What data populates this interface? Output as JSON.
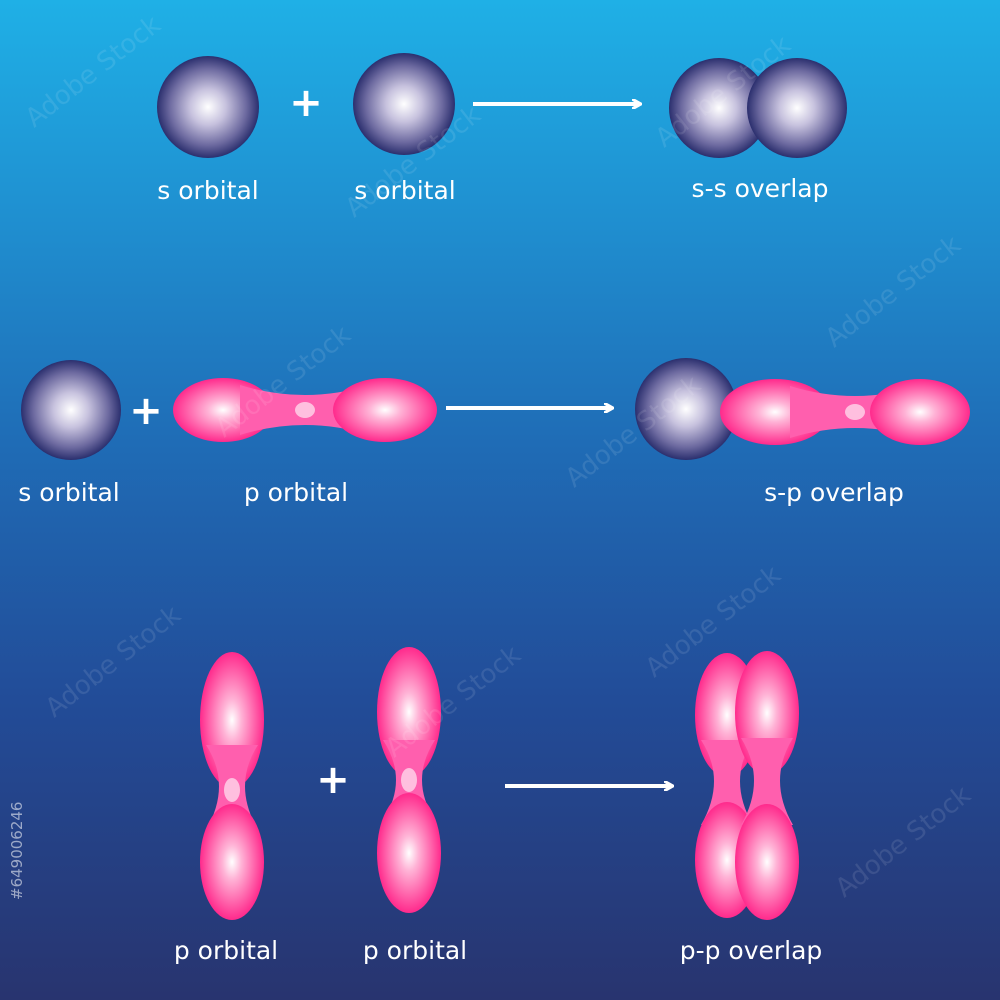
{
  "rows": {
    "ss": {
      "left_label": "s orbital",
      "middle_label": "s orbital",
      "result_label": "s-s overlap",
      "plus": "+"
    },
    "sp": {
      "left_label": "s orbital",
      "middle_label": "p orbital",
      "result_label": "s-p overlap",
      "plus": "+"
    },
    "pp": {
      "left_label": "p orbital",
      "middle_label": "p orbital",
      "result_label": "p-p overlap",
      "plus": "+"
    }
  },
  "watermark_text": "Adobe Stock",
  "stock_id": "#649006246",
  "colors": {
    "s_orbital_core": "#ffffff",
    "s_orbital_edge": "#2b2f6e",
    "p_orbital_core": "#ffffff",
    "p_orbital_edge": "#ff2a8c",
    "arrow": "#ffffff"
  }
}
